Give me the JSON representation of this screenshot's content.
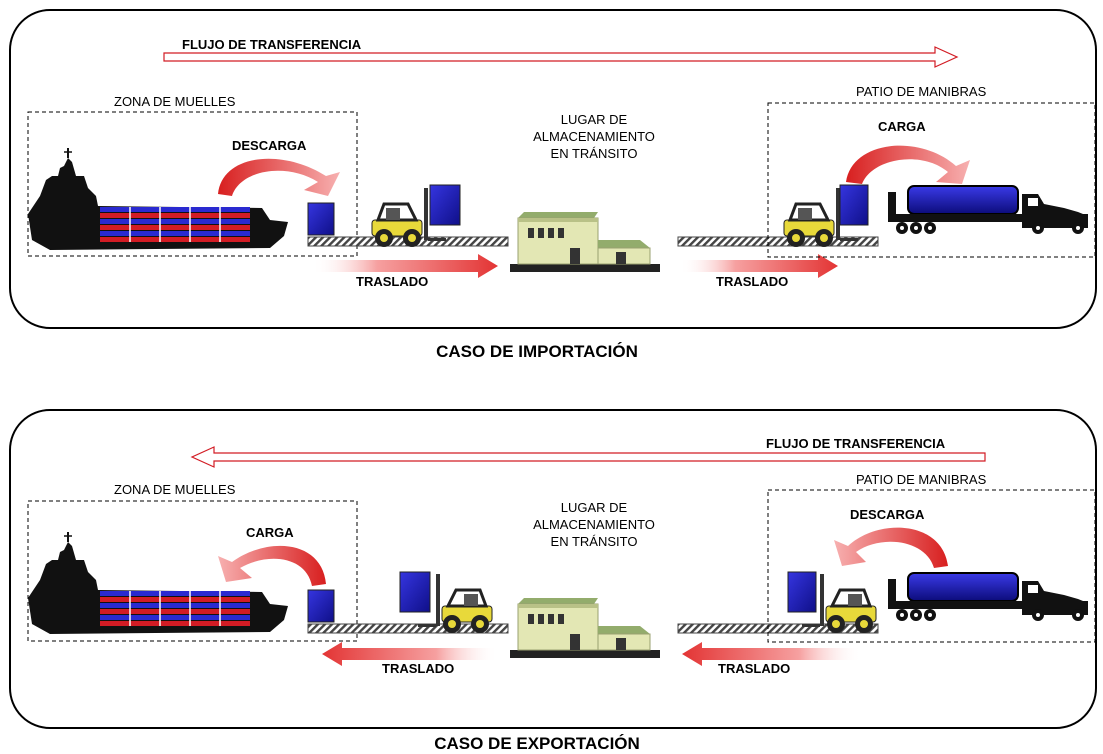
{
  "colors": {
    "container_red": "#d21c24",
    "container_blue": "#2a2ad0",
    "crate_blue": "#1f1fb8",
    "building_wall": "#e3e7b4",
    "building_roof": "#93ac6c",
    "forklift_yellow": "#e8d93a",
    "arrow_red": "#e33434"
  },
  "import": {
    "flow_label": "FLUJO DE TRANSFERENCIA",
    "flow_direction": "right",
    "dock_zone_label": "ZONA DE MUELLES",
    "dock_action": "DESCARGA",
    "storage_label": [
      "LUGAR DE",
      "ALMACENAMIENTO",
      "EN TRÁNSITO"
    ],
    "yard_label": "PATIO DE MANIBRAS",
    "yard_action": "CARGA",
    "transfer_left": "TRASLADO",
    "transfer_right": "TRASLADO",
    "caption": "CASO DE IMPORTACIÓN"
  },
  "export": {
    "flow_label": "FLUJO DE TRANSFERENCIA",
    "flow_direction": "left",
    "dock_zone_label": "ZONA DE MUELLES",
    "dock_action": "CARGA",
    "storage_label": [
      "LUGAR DE",
      "ALMACENAMIENTO",
      "EN TRÁNSITO"
    ],
    "yard_label": "PATIO DE MANIBRAS",
    "yard_action": "DESCARGA",
    "transfer_left": "TRASLADO",
    "transfer_right": "TRASLADO",
    "caption": "CASO DE EXPORTACIÓN"
  }
}
